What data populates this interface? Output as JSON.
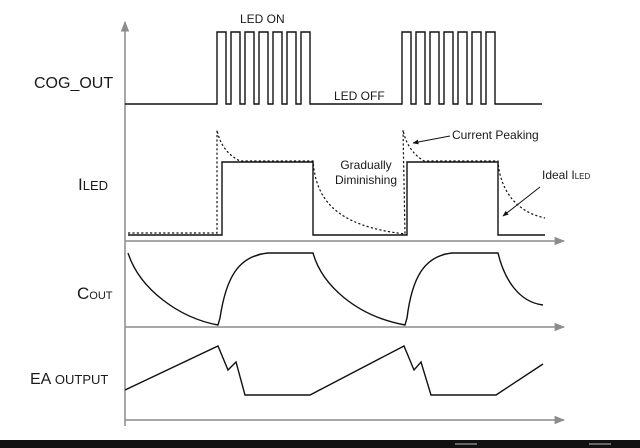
{
  "rows": {
    "cog_out": {
      "label": "COG_OUT"
    },
    "iled": {
      "main": "I",
      "sub": "LED"
    },
    "cout": {
      "main": "C",
      "sub": "OUT"
    },
    "ea": {
      "main": "EA",
      "sub": "OUTPUT"
    }
  },
  "annotations": {
    "led_on": "LED ON",
    "led_off": "LED OFF",
    "current_peaking": "Current Peaking",
    "gradually": "Gradually",
    "diminishing": "Diminishing",
    "ideal_main": "Ideal I",
    "ideal_sub": "LED"
  },
  "colors": {
    "axis": "#8c8c8c",
    "trace": "#111111"
  }
}
